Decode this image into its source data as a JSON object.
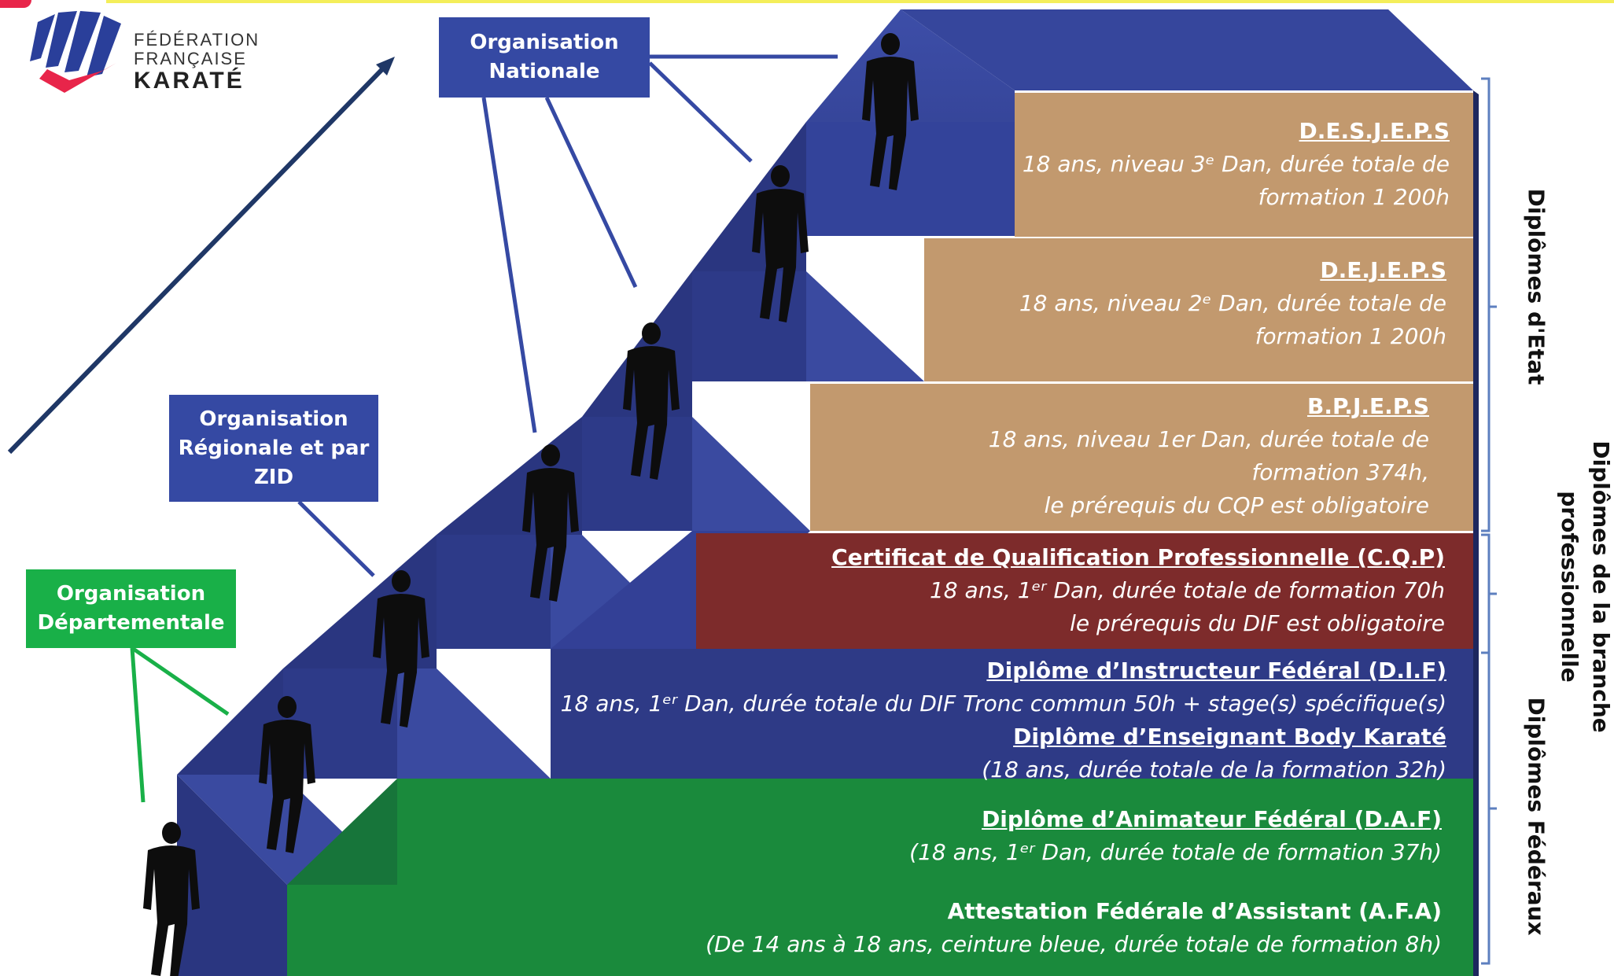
{
  "logo": {
    "line1": "FÉDÉRATION",
    "line2": "FRANÇAISE",
    "line3": "KARATÉ",
    "colors": {
      "blue": "#2a3f9a",
      "red": "#e8254a"
    }
  },
  "organisations": {
    "nationale": "Organisation\nNationale",
    "regionale": "Organisation\nRégionale et par\nZID",
    "departementale": "Organisation\nDépartementale"
  },
  "levels": {
    "desjeps": {
      "title": "D.E.S.J.E.P.S",
      "lines": [
        "18 ans, niveau 3ᵉ Dan, durée totale de",
        "formation 1 200h"
      ]
    },
    "dejeps": {
      "title": "D.E.J.E.P.S",
      "lines": [
        "18 ans, niveau 2ᵉ Dan, durée totale de",
        "formation 1 200h"
      ]
    },
    "bpjeps": {
      "title": "B.P.J.E.P.S",
      "lines": [
        "18 ans, niveau 1er Dan, durée totale de",
        "formation 374h,",
        "le prérequis du CQP est obligatoire"
      ]
    },
    "cqp": {
      "title": "Certificat de Qualification Professionnelle (C.Q.P)",
      "lines": [
        "18 ans, 1ᵉʳ Dan, durée totale de formation 70h",
        "le prérequis du DIF est obligatoire"
      ]
    },
    "dif": {
      "title": "Diplôme d’Instructeur Fédéral (D.I.F)",
      "lines": [
        "18 ans, 1ᵉʳ Dan, durée totale du DIF Tronc commun 50h + stage(s) spécifique(s)"
      ],
      "title2": "Diplôme d’Enseignant Body Karaté",
      "lines2": [
        "(18 ans, durée totale de la formation 32h)"
      ]
    },
    "daf": {
      "title": "Diplôme d’Animateur Fédéral (D.A.F)",
      "lines": [
        "(18 ans, 1ᵉʳ Dan, durée totale de formation 37h)"
      ]
    },
    "afa": {
      "title": "Attestation Fédérale d’Assistant (A.F.A)",
      "lines": [
        "(De 14 ans à 18 ans, ceinture bleue, durée totale de formation 8h)"
      ]
    }
  },
  "side_labels": {
    "etat": "Diplômes d'Etat",
    "branche_line1": "Diplômes de la branche",
    "branche_line2": "professionnelle",
    "federaux": "Diplômes Fédéraux"
  },
  "colors": {
    "stair_front": "#2e3a86",
    "stair_top": "#3a4aa0",
    "stair_riser": "#252f6e",
    "green": "#1a8a3c",
    "tan": "#c2996e",
    "red": "#7d2b2b",
    "org_blue": "#3549a3",
    "org_green": "#19b048",
    "arrow": "#1f3766"
  }
}
